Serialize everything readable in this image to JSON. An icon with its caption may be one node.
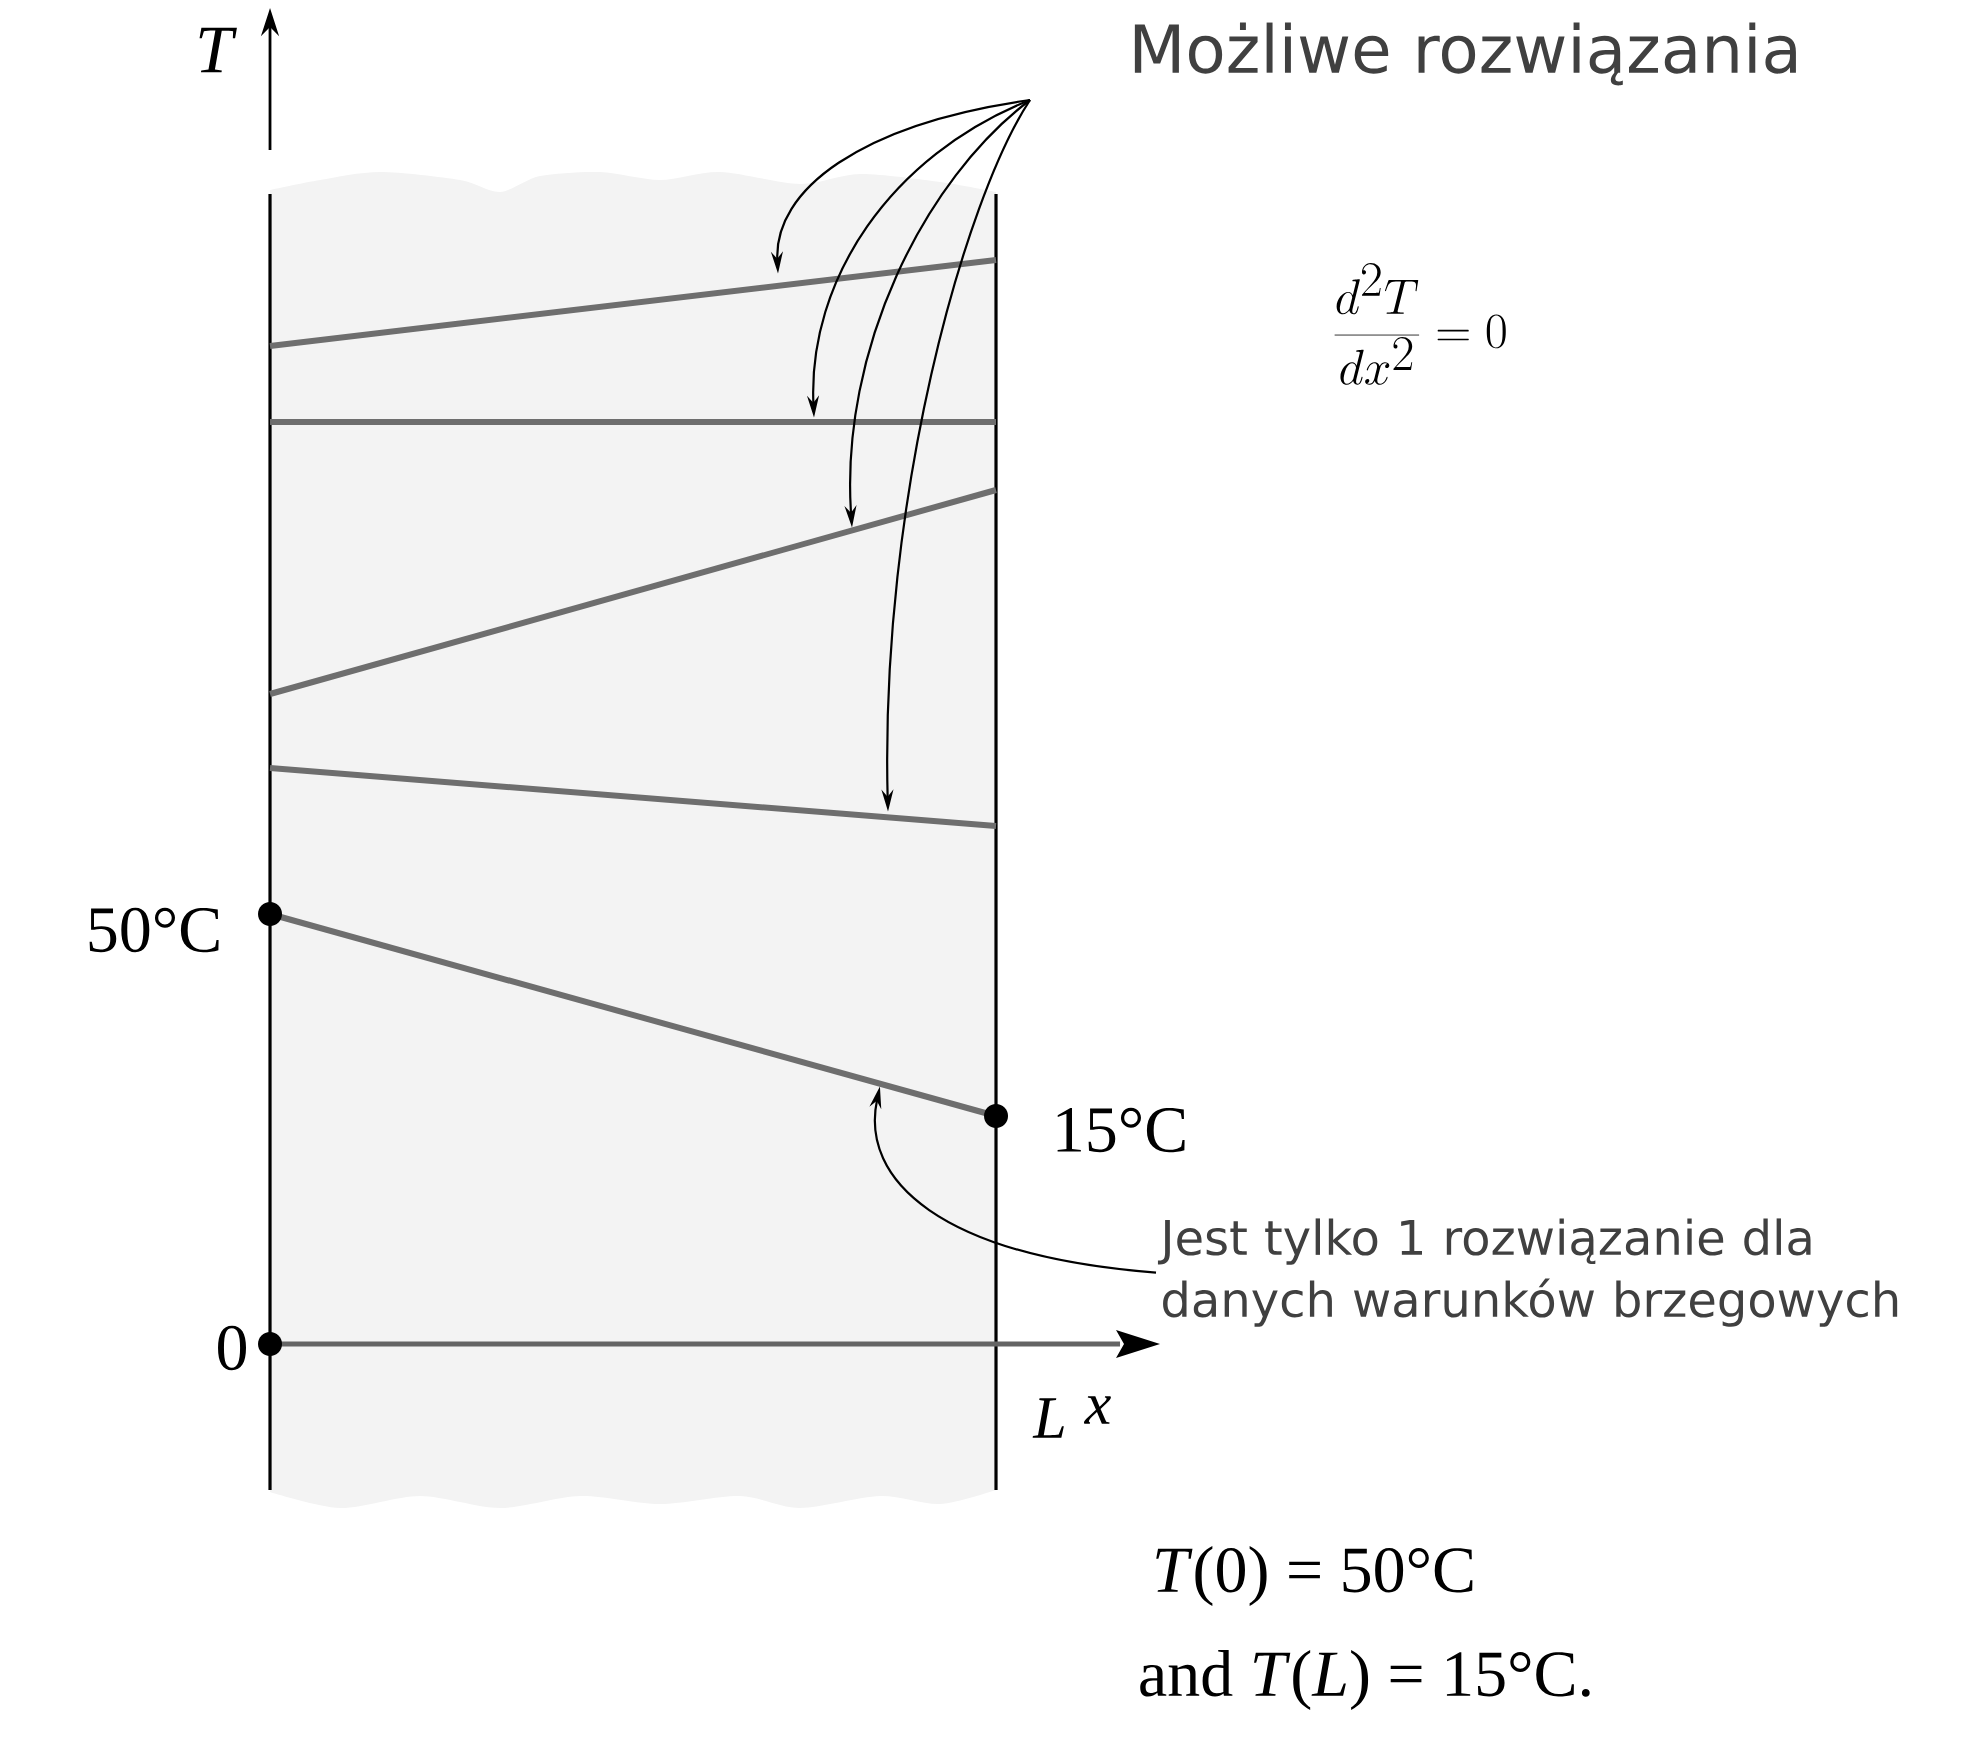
{
  "diagram": {
    "nodes": [
      {
        "text": [
          "Możliwe rozwiązania"
        ]
      },
      {
        "text": [],
        "shape": "line"
      },
      {
        "text": [],
        "shape": "line"
      },
      {
        "text": [],
        "shape": "line"
      },
      {
        "text": [],
        "shape": "line"
      },
      {
        "text": [],
        "shape": "line"
      },
      {
        "text": [
          "Jest tylko 1 rozwiązanie dla danych warunków brzegowych"
        ]
      }
    ],
    "edges": [
      {
        "from": 0,
        "to": 1,
        "arrow": "to"
      },
      {
        "from": 0,
        "to": 2,
        "arrow": "to"
      },
      {
        "from": 0,
        "to": 3,
        "arrow": "to"
      },
      {
        "from": 0,
        "to": 4,
        "arrow": "to"
      },
      {
        "from": 6,
        "to": 5,
        "arrow": "to"
      }
    ],
    "labels": [
      "*T*",
      "\\frac{d^2T}{dx^2} = 0",
      "50°C",
      "15°C",
      "0",
      "*L*",
      "*x*",
      "*T*(0) = 50°C",
      "and *T*(*L*) = 15°C."
    ]
  }
}
